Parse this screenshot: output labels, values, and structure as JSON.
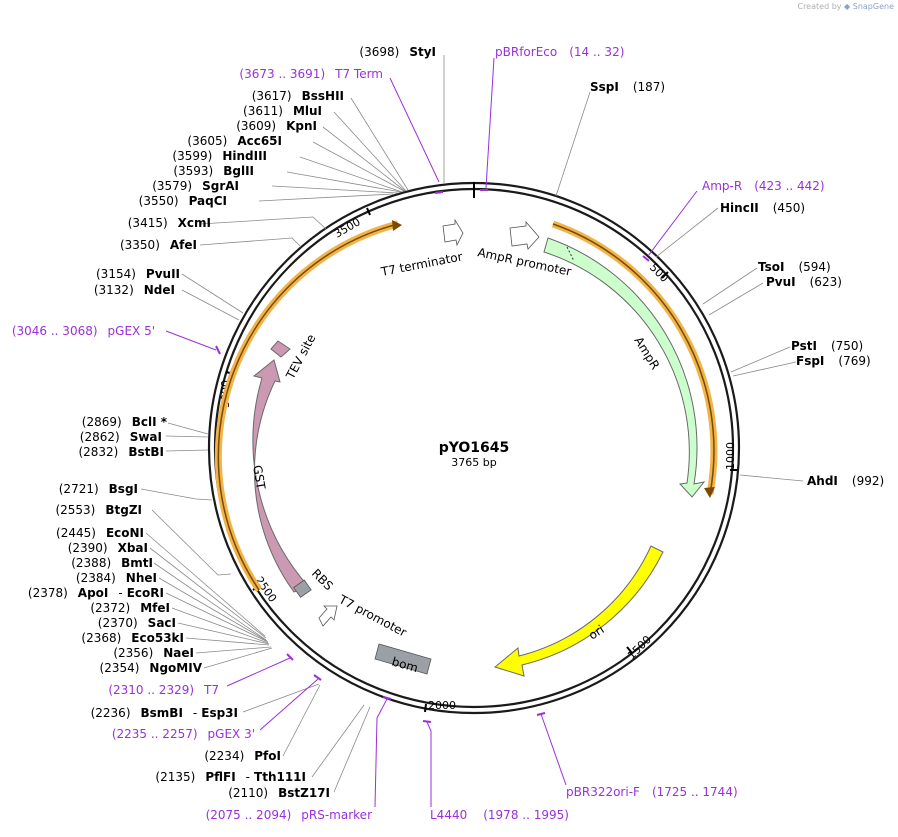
{
  "credit": {
    "prefix": "Created by",
    "brand": "SnapGene"
  },
  "plasmid": {
    "name": "pYO1645",
    "length_label": "3765 bp"
  },
  "ticks": [
    "500",
    "1000",
    "1500",
    "2000",
    "2500",
    "3000",
    "3500"
  ],
  "features": [
    {
      "name": "AmpR",
      "color": "#ccffcc"
    },
    {
      "name": "ori",
      "color": "#ffff00"
    },
    {
      "name": "GST",
      "color": "#cc99b2"
    },
    {
      "name": "TEV site",
      "color": "#cc99b2"
    },
    {
      "name": "bom",
      "color": "#9aa0a6"
    },
    {
      "name": "RBS",
      "color": "#9aa0a6"
    },
    {
      "name": "AmpR promoter",
      "color": "#ffffff"
    },
    {
      "name": "T7 terminator",
      "color": "#ffffff"
    },
    {
      "name": "T7 promoter",
      "color": "#ffffff"
    }
  ],
  "sites": [
    {
      "pos": "(3698)",
      "name": "StyI"
    },
    {
      "pos": "(187)",
      "name": "SspI"
    },
    {
      "pos": "(3617)",
      "name": "BssHII"
    },
    {
      "pos": "(3611)",
      "name": "MluI"
    },
    {
      "pos": "(3609)",
      "name": "KpnI"
    },
    {
      "pos": "(3605)",
      "name": "Acc65I"
    },
    {
      "pos": "(3599)",
      "name": "HindIII"
    },
    {
      "pos": "(3593)",
      "name": "BglII"
    },
    {
      "pos": "(3579)",
      "name": "SgrAI"
    },
    {
      "pos": "(3550)",
      "name": "PaqCI"
    },
    {
      "pos": "(3415)",
      "name": "XcmI"
    },
    {
      "pos": "(3350)",
      "name": "AfeI"
    },
    {
      "pos": "(3154)",
      "name": "PvuII"
    },
    {
      "pos": "(3132)",
      "name": "NdeI"
    },
    {
      "pos": "(450)",
      "name": "HincII"
    },
    {
      "pos": "(594)",
      "name": "TsoI"
    },
    {
      "pos": "(623)",
      "name": "PvuI"
    },
    {
      "pos": "(750)",
      "name": "PstI"
    },
    {
      "pos": "(769)",
      "name": "FspI"
    },
    {
      "pos": "(992)",
      "name": "AhdI"
    },
    {
      "pos": "(2869)",
      "name": "BclI *"
    },
    {
      "pos": "(2862)",
      "name": "SwaI"
    },
    {
      "pos": "(2832)",
      "name": "BstBI"
    },
    {
      "pos": "(2721)",
      "name": "BsgI"
    },
    {
      "pos": "(2553)",
      "name": "BtgZI"
    },
    {
      "pos": "(2445)",
      "name": "EcoNI"
    },
    {
      "pos": "(2390)",
      "name": "XbaI"
    },
    {
      "pos": "(2388)",
      "name": "BmtI"
    },
    {
      "pos": "(2384)",
      "name": "NheI"
    },
    {
      "pos": "(2378)",
      "name": "ApoI",
      "sep": "-",
      "name2": "EcoRI"
    },
    {
      "pos": "(2372)",
      "name": "MfeI"
    },
    {
      "pos": "(2370)",
      "name": "SacI"
    },
    {
      "pos": "(2368)",
      "name": "Eco53kI"
    },
    {
      "pos": "(2356)",
      "name": "NaeI"
    },
    {
      "pos": "(2354)",
      "name": "NgoMIV"
    },
    {
      "pos": "(2236)",
      "name": "BsmBI",
      "sep": "-",
      "name2": "Esp3I"
    },
    {
      "pos": "(2234)",
      "name": "PfoI"
    },
    {
      "pos": "(2135)",
      "name": "PflFI",
      "sep": "-",
      "name2": "Tth111I"
    },
    {
      "pos": "(2110)",
      "name": "BstZ17I"
    }
  ],
  "primers": [
    {
      "name": "pBRforEco",
      "range": "(14 .. 32)"
    },
    {
      "name": "T7 Term",
      "range": "(3673 .. 3691)"
    },
    {
      "name": "Amp-R",
      "range": "(423 .. 442)"
    },
    {
      "name": "pGEX 5'",
      "range": "(3046 .. 3068)"
    },
    {
      "name": "T7",
      "range": "(2310 .. 2329)"
    },
    {
      "name": "pGEX 3'",
      "range": "(2235 .. 2257)"
    },
    {
      "name": "pRS-marker",
      "range": "(2075 .. 2094)"
    },
    {
      "name": "L4440",
      "range": "(1978 .. 1995)"
    },
    {
      "name": "pBR322ori-F",
      "range": "(1725 .. 1744)"
    }
  ]
}
